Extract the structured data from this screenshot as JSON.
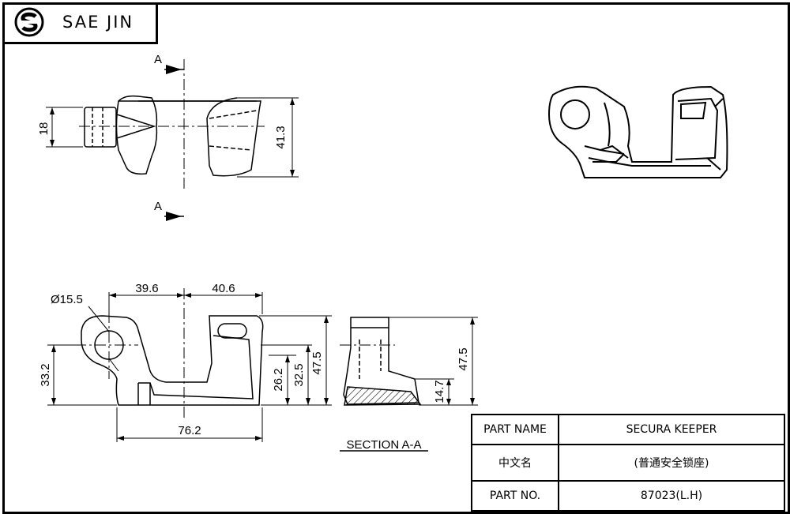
{
  "header": {
    "brand": "SAE JIN",
    "logo": "sae-jin-logo"
  },
  "views": {
    "section_marker": "A",
    "section_label": "SECTION A-A"
  },
  "dimensions": {
    "top_height_left": "18",
    "top_height_right": "41.3",
    "hole_dia": "Ø15.5",
    "width_left": "39.6",
    "width_right": "40.6",
    "height_left": "33.2",
    "inner_h1": "26.2",
    "inner_h2": "32.5",
    "total_h": "47.5",
    "total_w": "76.2",
    "section_h": "47.5",
    "section_low": "14.7"
  },
  "title_block": {
    "rows": [
      {
        "label": "PART NAME",
        "value": "SECURA KEEPER"
      },
      {
        "label": "中文名",
        "value": "(普通安全锁座)"
      },
      {
        "label": "PART NO.",
        "value": "87023(L.H)"
      }
    ]
  }
}
